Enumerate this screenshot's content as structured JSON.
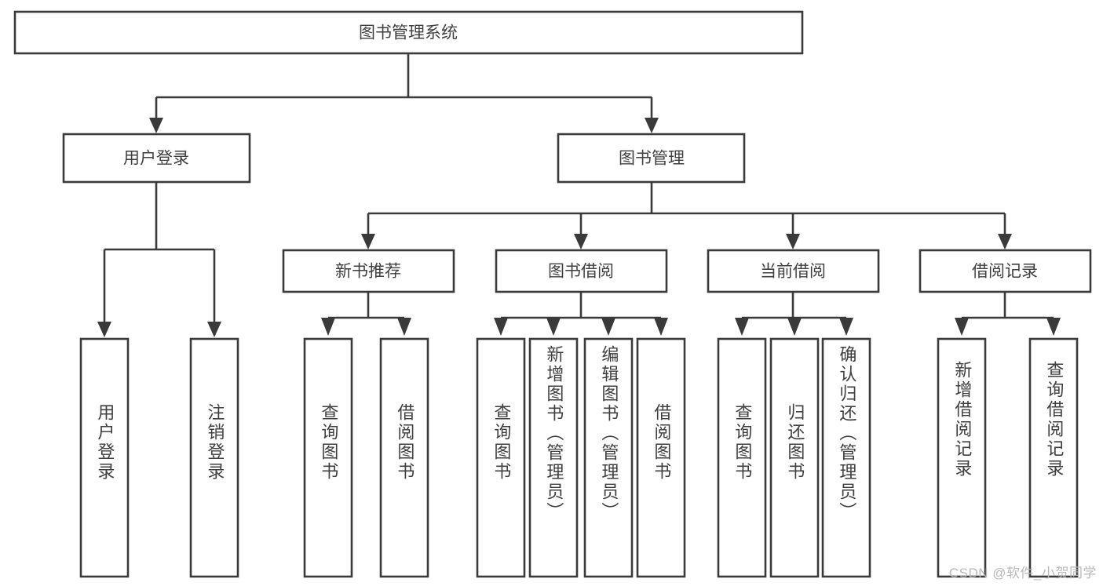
{
  "diagram": {
    "title": "图书管理系统",
    "type": "tree-hierarchy",
    "root": {
      "label": "图书管理系统",
      "level": 1
    },
    "level2": [
      {
        "label": "用户登录"
      },
      {
        "label": "图书管理"
      }
    ],
    "level3": [
      {
        "label": "新书推荐"
      },
      {
        "label": "图书借阅"
      },
      {
        "label": "当前借阅"
      },
      {
        "label": "借阅记录"
      }
    ],
    "leaves": {
      "user_login": [
        {
          "label": "用户登录"
        },
        {
          "label": "注销登录"
        }
      ],
      "new_book_recommend": [
        {
          "label": "查询图书"
        },
        {
          "label": "借阅图书"
        }
      ],
      "book_borrow": [
        {
          "label": "查询图书"
        },
        {
          "label": "新增图书（管理员）"
        },
        {
          "label": "编辑图书（管理员）"
        },
        {
          "label": "借阅图书"
        }
      ],
      "current_borrow": [
        {
          "label": "查询图书"
        },
        {
          "label": "归还图书"
        },
        {
          "label": "确认归还（管理员）"
        }
      ],
      "borrow_record": [
        {
          "label": "新增借阅记录"
        },
        {
          "label": "查询借阅记录"
        }
      ]
    },
    "watermark": "CSDN @软件_小贺同学",
    "colors": {
      "stroke": "#3a3a3a",
      "text": "#3f3f3f",
      "background": "#ffffff",
      "watermark": "#b9b9b9"
    }
  }
}
